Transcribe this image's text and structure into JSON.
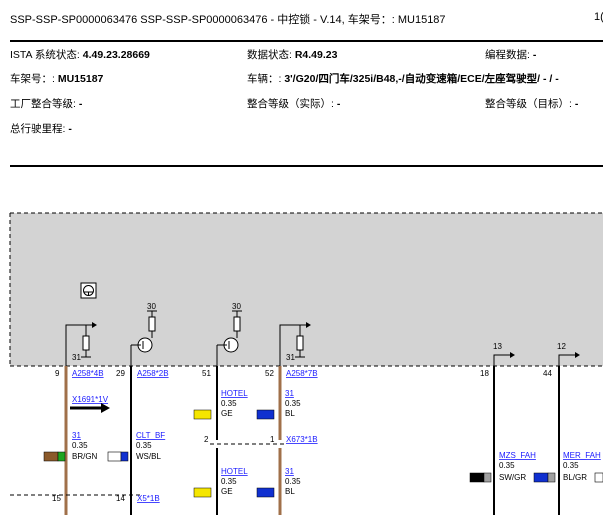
{
  "header": {
    "title": "SSP-SSP-SP0000063476 SSP-SSP-SP0000063476 - 中控锁 - V.14, 车架号：: MU15187",
    "page_mark": "1("
  },
  "info": {
    "ista_label": "ISTA 系统状态:",
    "ista_value": "4.49.23.28669",
    "data_label": "数据状态:",
    "data_value": "R4.49.23",
    "prog_label": "编程数据:",
    "prog_value": "-",
    "vin_label": "车架号：:",
    "vin_value": "MU15187",
    "vehicle_label": "车辆：:",
    "vehicle_value": "3'/G20/四门车/325i/B48,-/自动变速箱/ECE/左座驾驶型/ - / -",
    "factory_label": "工厂整合等级:",
    "factory_value": "-",
    "actual_label": "整合等级（实际）:",
    "actual_value": "-",
    "target_label": "整合等级（目标）:",
    "target_value": "-",
    "mileage_label": "总行驶里程:",
    "mileage_value": "-"
  },
  "colors": {
    "diagram_bg": "#d3d3d3",
    "wire_brown": "#a0704a",
    "wire_black": "#000000",
    "link": "#1a1aff",
    "yellow": "#f5e600",
    "blue": "#1030d0",
    "brown": "#8b5a2b",
    "green": "#1fa51f",
    "gray": "#a0a0a0"
  },
  "diagram": {
    "top_labels": {
      "t1": "30",
      "t2": "30",
      "t3": "31",
      "t4": "31",
      "t5": "13",
      "t6": "12"
    },
    "pins": {
      "p9": "9",
      "p29": "29",
      "p51": "51",
      "p52": "52",
      "p18": "18",
      "p44": "44",
      "p2": "2",
      "p1": "1",
      "p15": "15",
      "p14": "14"
    },
    "connectors": {
      "a258_4b": "A258*4B",
      "a258_2b": "A258*2B",
      "a258_7b": "A258*7B",
      "x1691": "X1691*1V",
      "x673": "X673*1B",
      "x5": "X5*1B"
    },
    "wires": {
      "w1": {
        "name": "31",
        "size": "0.35",
        "color": "BR/GN"
      },
      "w2": {
        "name": "CLT_BF",
        "size": "0.35",
        "color": "WS/BL"
      },
      "w3": {
        "name": "HOTEL",
        "size": "0.35",
        "color": "GE"
      },
      "w4": {
        "name": "31",
        "size": "0.35",
        "color": "BL"
      },
      "w5": {
        "name": "HOTEL",
        "size": "0.35",
        "color": "GE"
      },
      "w6": {
        "name": "31",
        "size": "0.35",
        "color": "BL"
      },
      "w7": {
        "name": "MZS_FAH",
        "size": "0.35",
        "color": "SW/GR"
      },
      "w8": {
        "name": "MER_FAH",
        "size": "0.35",
        "color": "BL/GR"
      }
    }
  }
}
